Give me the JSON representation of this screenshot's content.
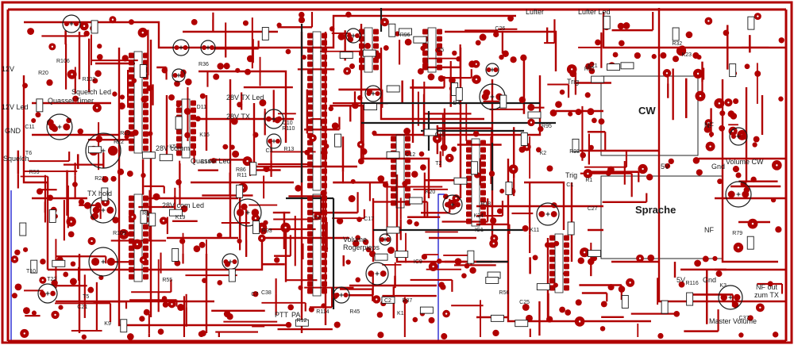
{
  "labels": {
    "l12v": "12V",
    "l12v_led": "12V Led",
    "lgnd": "GND",
    "lsquelch": "Squelch",
    "lsquelch_led": "Squelch Led",
    "lquassel_timer": "Quassel Timer",
    "ltx_hold": "TX hold",
    "lquassel_led": "Quassel Led",
    "l28v_tx_led": "28V TX Led",
    "l28v_tx": "28V TX",
    "l28v_comm": "28V comm",
    "l28v_com_led": "28V com Led",
    "lvolume": "Volume",
    "lroger": "Rogerpieps",
    "lptt": "PTT",
    "lpa": "PA",
    "llufter": "Lufter",
    "llufter_led": "Lufter Led",
    "ltrig1": "Trig",
    "ltrig2": "Trig",
    "lcw": "CW",
    "lsprache": "Sprache",
    "l5v_top": "5V",
    "lgnd_top": "Gnd",
    "lnf1": "NF",
    "lnf2": "NF",
    "lvol_cw": "Volume CW",
    "l5v_bot": "5V",
    "lgnd_bot": "Gnd",
    "lnf_out": "NF out",
    "lzum_tx": "zum TX",
    "lmaster": "Master Volume"
  },
  "designators": [
    "C1",
    "IC1",
    "C2",
    "K1",
    "K11",
    "K2",
    "K5",
    "R1",
    "R19",
    "T2",
    "R4",
    "R45",
    "C5",
    "R22",
    "D4",
    "IC9",
    "C6",
    "C3",
    "T5",
    "R11",
    "R12",
    "R13",
    "K3",
    "R32",
    "R36",
    "C10",
    "C11",
    "C27",
    "D11",
    "R79",
    "R20",
    "T6",
    "T10",
    "R106",
    "R102",
    "R37",
    "C14",
    "C21",
    "C17",
    "K16",
    "K20",
    "C26",
    "C25",
    "C37",
    "R86",
    "R56",
    "R59",
    "R110",
    "T22",
    "K23",
    "K19",
    "K9",
    "R116",
    "C38",
    "R114",
    "R109",
    "R92",
    "R21",
    "K24",
    "K21",
    "R55",
    "C12",
    "C15",
    "C7",
    "R95",
    "R96",
    "R98",
    "R18",
    "R93"
  ],
  "colors": {
    "trace": "#b00000",
    "pad": "#b00000",
    "trace_dark": "#7a0000",
    "jumper": "#1a1a1a",
    "outline_blue": "#0000c8",
    "board_edge": "#b00000"
  }
}
